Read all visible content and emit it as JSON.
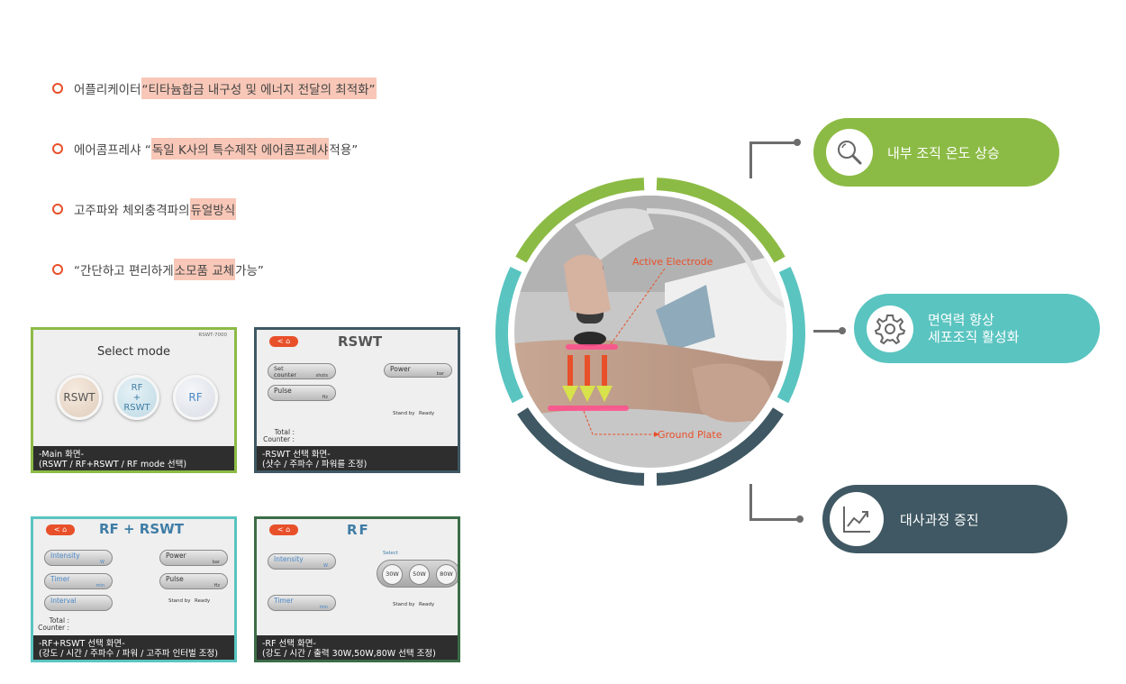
{
  "features": [
    {
      "pre": "어플리케이터 ",
      "hl": "“티타늄합금 내구성 및 에너지 전달의 최적화”",
      "post": ""
    },
    {
      "pre": "에어콤프레샤 “",
      "hl": "독일 K사의 특수제작 에어콤프레샤",
      "post": " 적용”"
    },
    {
      "pre": "고주파와 체외충격파의 ",
      "hl": "듀얼방식",
      "post": ""
    },
    {
      "pre": "“간단하고 편리하게 ",
      "hl": "소모품 교체",
      "post": " 가능”"
    }
  ],
  "screens": {
    "main": {
      "model": "RSWT-7000",
      "title": "Select mode",
      "buttons": [
        "RSWT",
        "RF\n+\nRSWT",
        "RF"
      ],
      "caption1": "-Main 화면-",
      "caption2": "(RSWT / RF+RSWT / RF mode 선택)",
      "border": "#8cbb45"
    },
    "rswt": {
      "back": "< ⌂",
      "title": "RSWT",
      "set_counter": "Set counter",
      "set_counter_unit": "shots",
      "power": "Power",
      "power_unit": "bar",
      "pulse": "Pulse",
      "pulse_unit": "Hz",
      "standby": "Stand by",
      "ready": "Ready",
      "total": "Total :",
      "counter": "Counter :",
      "caption1": "-RSWT 선택 화면-",
      "caption2": "(샷수 / 주파수 / 파워를 조정)",
      "border": "#3f5863"
    },
    "rfrswt": {
      "back": "< ⌂",
      "title": "RF + RSWT",
      "intensity": "Intensity",
      "intensity_unit": "W",
      "timer": "Timer",
      "timer_unit": "min",
      "interval": "Interval",
      "power": "Power",
      "power_unit": "bar",
      "pulse": "Pulse",
      "pulse_unit": "Hz",
      "standby": "Stand by",
      "ready": "Ready",
      "total": "Total :",
      "counter": "Counter :",
      "caption1": "-RF+RSWT 선택 화면-",
      "caption2": "(강도 / 시간 / 주파수 / 파워 / 고주파 인터벌 조정)",
      "border": "#5ac4c0"
    },
    "rf": {
      "back": "< ⌂",
      "title": "RF",
      "intensity": "Intensity",
      "intensity_unit": "W",
      "timer": "Timer",
      "timer_unit": "min",
      "select": "Select",
      "watts": [
        "30W",
        "50W",
        "80W"
      ],
      "standby": "Stand by",
      "ready": "Ready",
      "caption1": "-RF 선택 화면-",
      "caption2": "(강도 / 시간 / 출력 30W,50W,80W 선택 조정)",
      "border": "#3b6c47"
    }
  },
  "photo_labels": {
    "active": "Active Electrode",
    "ground": "Ground Plate"
  },
  "benefits": [
    {
      "icon": "search-icon",
      "lines": [
        "내부 조직 온도 상승"
      ],
      "color": "#8cbb45"
    },
    {
      "icon": "gear-icon",
      "lines": [
        "면역력 향상",
        "세포조직 활성화"
      ],
      "color": "#5ac4c0"
    },
    {
      "icon": "chart-icon",
      "lines": [
        "대사과정 증진"
      ],
      "color": "#3f5863"
    }
  ],
  "colors": {
    "accent": "#e8502a",
    "highlight": "#f8c7b7",
    "green": "#8cbb45",
    "teal": "#5ac4c0",
    "navy": "#3f5863"
  }
}
